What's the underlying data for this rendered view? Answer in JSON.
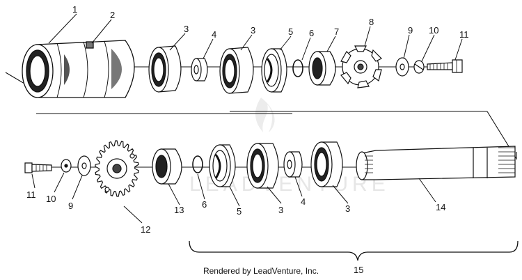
{
  "diagram": {
    "title": "",
    "callouts": {
      "c1": "1",
      "c2": "2",
      "c3a": "3",
      "c4a": "4",
      "c3b": "3",
      "c5a": "5",
      "c6a": "6",
      "c7": "7",
      "c8": "8",
      "c9a": "9",
      "c10a": "10",
      "c11a": "11",
      "c11b": "11",
      "c10b": "10",
      "c9b": "9",
      "c12": "12",
      "c13": "13",
      "c6b": "6",
      "c5b": "5",
      "c3c": "3",
      "c4b": "4",
      "c3d": "3",
      "c14": "14",
      "c15": "15"
    },
    "watermark": "LEADVENTURE",
    "caption": "Rendered by LeadVenture, Inc."
  }
}
